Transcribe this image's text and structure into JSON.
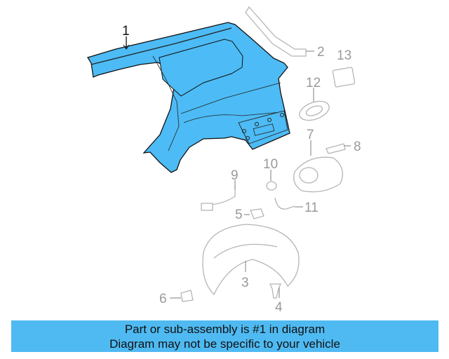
{
  "diagram": {
    "highlight_color": "#4dbbf5",
    "callouts": [
      "1",
      "2",
      "3",
      "4",
      "5",
      "6",
      "7",
      "8",
      "9",
      "10",
      "11",
      "12",
      "13"
    ],
    "highlighted_part": "1"
  },
  "banner": {
    "line1": "Part or sub-assembly is #1 in diagram",
    "line2": "Diagram may not be specific to your vehicle",
    "color": "#4fbaf2"
  }
}
